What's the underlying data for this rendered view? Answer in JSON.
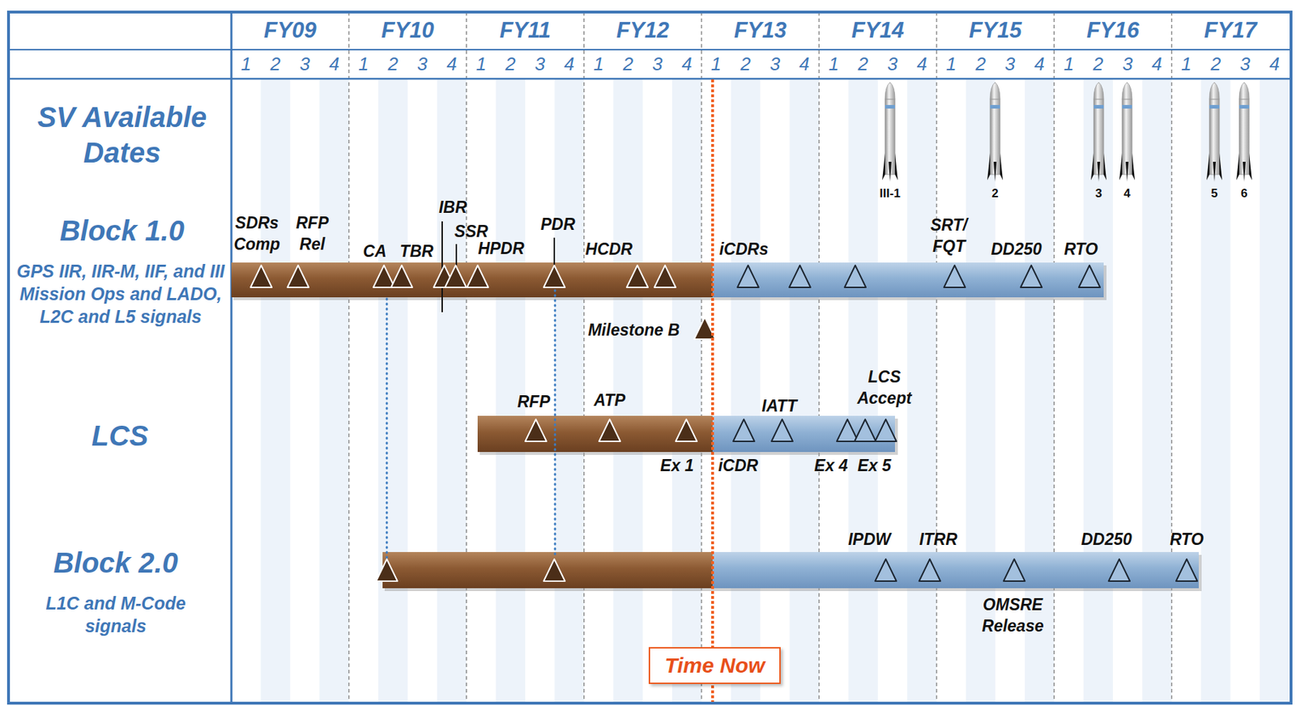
{
  "diagram": {
    "nodes": [
      {
        "text": [
          "Time Now"
        ]
      }
    ],
    "edges": [],
    "labels": [
      "FY09",
      "FY10",
      "FY11",
      "FY12",
      "FY13",
      "FY14",
      "FY15",
      "FY16",
      "FY17",
      "1",
      "2",
      "3",
      "4",
      "1",
      "2",
      "3",
      "4",
      "1",
      "2",
      "3",
      "4",
      "1",
      "2",
      "3",
      "4",
      "1",
      "2",
      "3",
      "4",
      "1",
      "2",
      "3",
      "4",
      "1",
      "2",
      "3",
      "4",
      "1",
      "2",
      "3",
      "4",
      "1",
      "2",
      "3",
      "4",
      "SV Available Dates",
      "III-1",
      "2",
      "3",
      "4",
      "5",
      "6",
      "Block 1.0",
      "GPS IIR, IIR-M, IIF, and III Mission Ops and LADO, L2C and L5 signals",
      "SDRs Comp",
      "RFP Rel",
      "CA",
      "TBR",
      "IBR",
      "SSR",
      "HPDR",
      "PDR",
      "HCDR",
      "iCDRs",
      "SRT/ FQT",
      "DD250",
      "RTO",
      "Milestone B",
      "LCS",
      "RFP",
      "ATP",
      "Ex 1",
      "iCDR",
      "IATT",
      "LCS Accept",
      "Ex 4",
      "Ex 5",
      "Block 2.0",
      "L1C and M-Code signals",
      "IPDW",
      "ITRR",
      "OMSRE Release",
      "DD250",
      "RTO"
    ]
  }
}
